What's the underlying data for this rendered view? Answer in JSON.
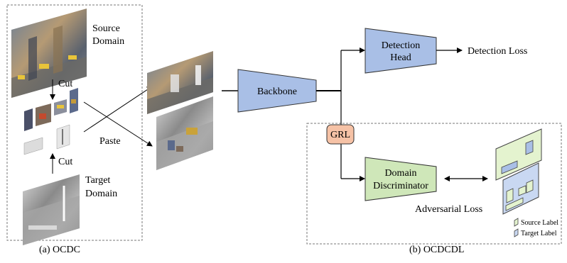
{
  "panel_a": {
    "caption": "(a) OCDC",
    "source_label_line1": "Source",
    "source_label_line2": "Domain",
    "target_label_line1": "Target",
    "target_label_line2": "Domain",
    "cut_top": "Cut",
    "cut_bottom": "Cut",
    "paste": "Paste"
  },
  "panel_b": {
    "caption": "(b) OCDCDL",
    "backbone": "Backbone",
    "detection_head_line1": "Detection",
    "detection_head_line2": "Head",
    "detection_loss": "Detection Loss",
    "grl": "GRL",
    "domain_disc_line1": "Domain",
    "domain_disc_line2": "Discriminator",
    "adversarial_loss": "Adversarial Loss",
    "legend_source": "Source Label",
    "legend_target": "Target Label"
  },
  "colors": {
    "blue_module": "#a9bfe6",
    "green_module": "#cfe7b9",
    "grl_fill": "#f6c2a6",
    "target_label_fill": "#c9d8f2",
    "source_label_fill": "#e4f3cf"
  }
}
